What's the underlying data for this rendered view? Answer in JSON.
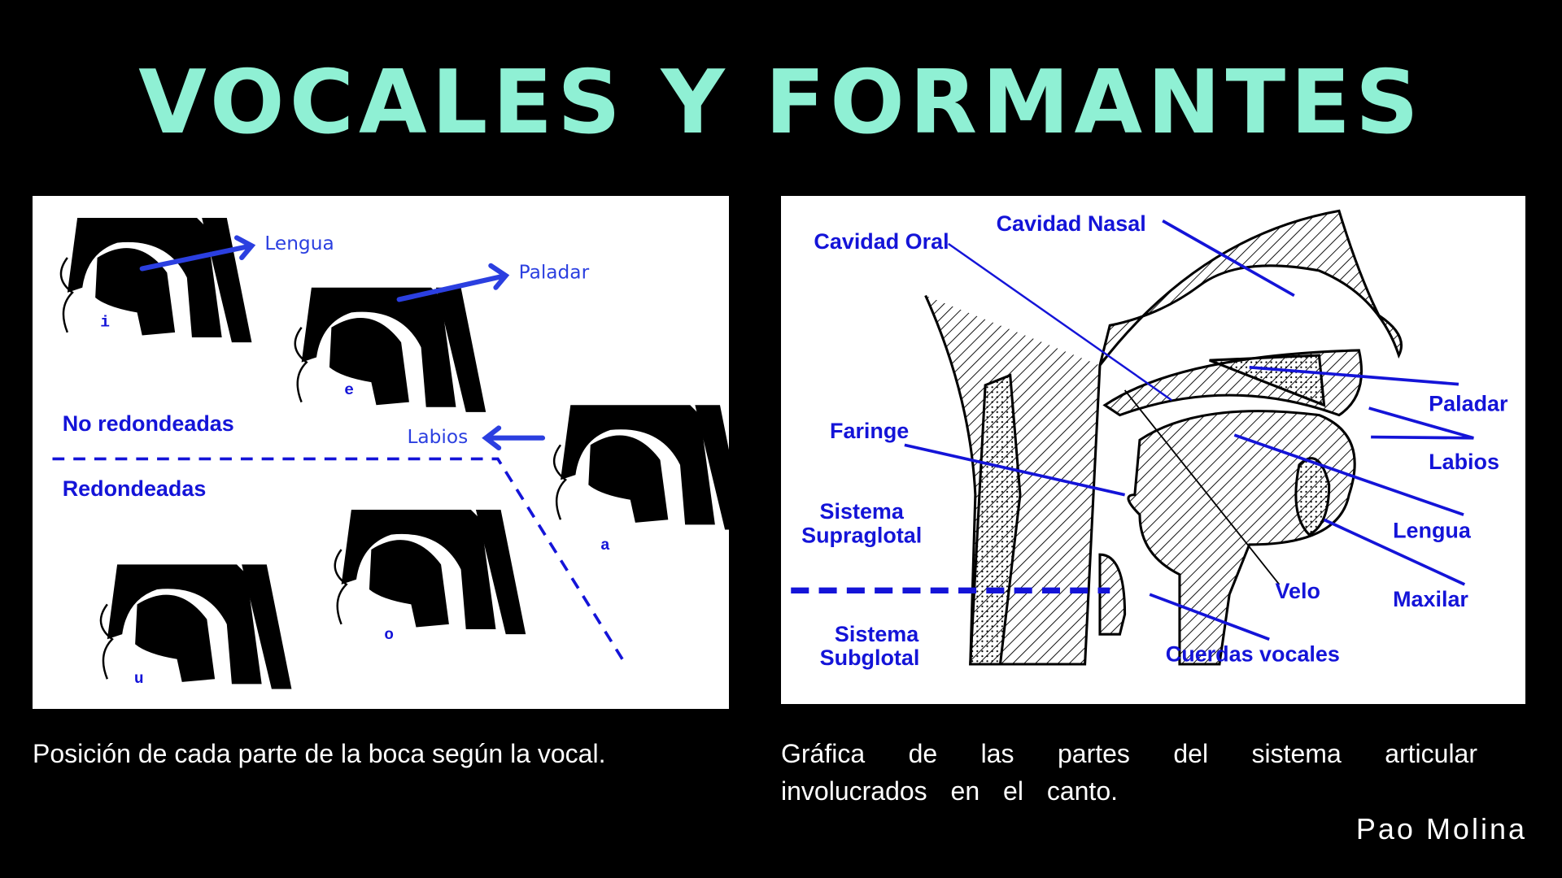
{
  "title": "VOCALES Y FORMANTES",
  "left_figure": {
    "labels": {
      "lengua": "Lengua",
      "paladar": "Paladar",
      "labios": "Labios",
      "no_redondeadas": "No redondeadas",
      "redondeadas": "Redondeadas"
    },
    "vowels": {
      "i": "i",
      "e": "e",
      "a": "a",
      "o": "o",
      "u": "u"
    },
    "caption": "Posición de cada parte de la boca según la vocal."
  },
  "right_figure": {
    "labels": {
      "cavidad_nasal": "Cavidad Nasal",
      "cavidad_oral": "Cavidad Oral",
      "paladar": "Paladar",
      "labios": "Labios",
      "faringe": "Faringe",
      "supraglotal_1": "Sistema",
      "supraglotal_2": "Supraglotal",
      "lengua": "Lengua",
      "maxilar": "Maxilar",
      "velo": "Velo",
      "subglotal_1": "Sistema",
      "subglotal_2": "Subglotal",
      "cuerdas_vocales": "Cuerdas vocales"
    },
    "caption": "Gráfica de las partes del sistema articular involucrados en el canto."
  },
  "author": "Pao Molina",
  "colors": {
    "title": "#8ff0d4",
    "label_blue": "#1414d8",
    "arrow_blue": "#2b3fe0"
  }
}
